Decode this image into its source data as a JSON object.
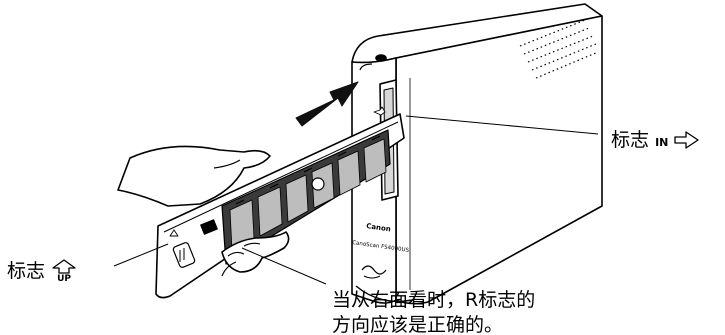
{
  "labels": {
    "in_mark_text": "标志",
    "in_mark_symbol": "IN",
    "up_mark_text": "标志",
    "up_mark_symbol": "UP",
    "note_line1": "当从右面看时，R标志的",
    "note_line2": "方向应该是正确的。"
  },
  "device_text": {
    "brand": "Canon",
    "model": "CanoScan FS4000US"
  },
  "colors": {
    "line": "#000000",
    "film_dark": "#3a3a3a",
    "film_frame": "#bdbdbd",
    "arrow": "#111111"
  }
}
